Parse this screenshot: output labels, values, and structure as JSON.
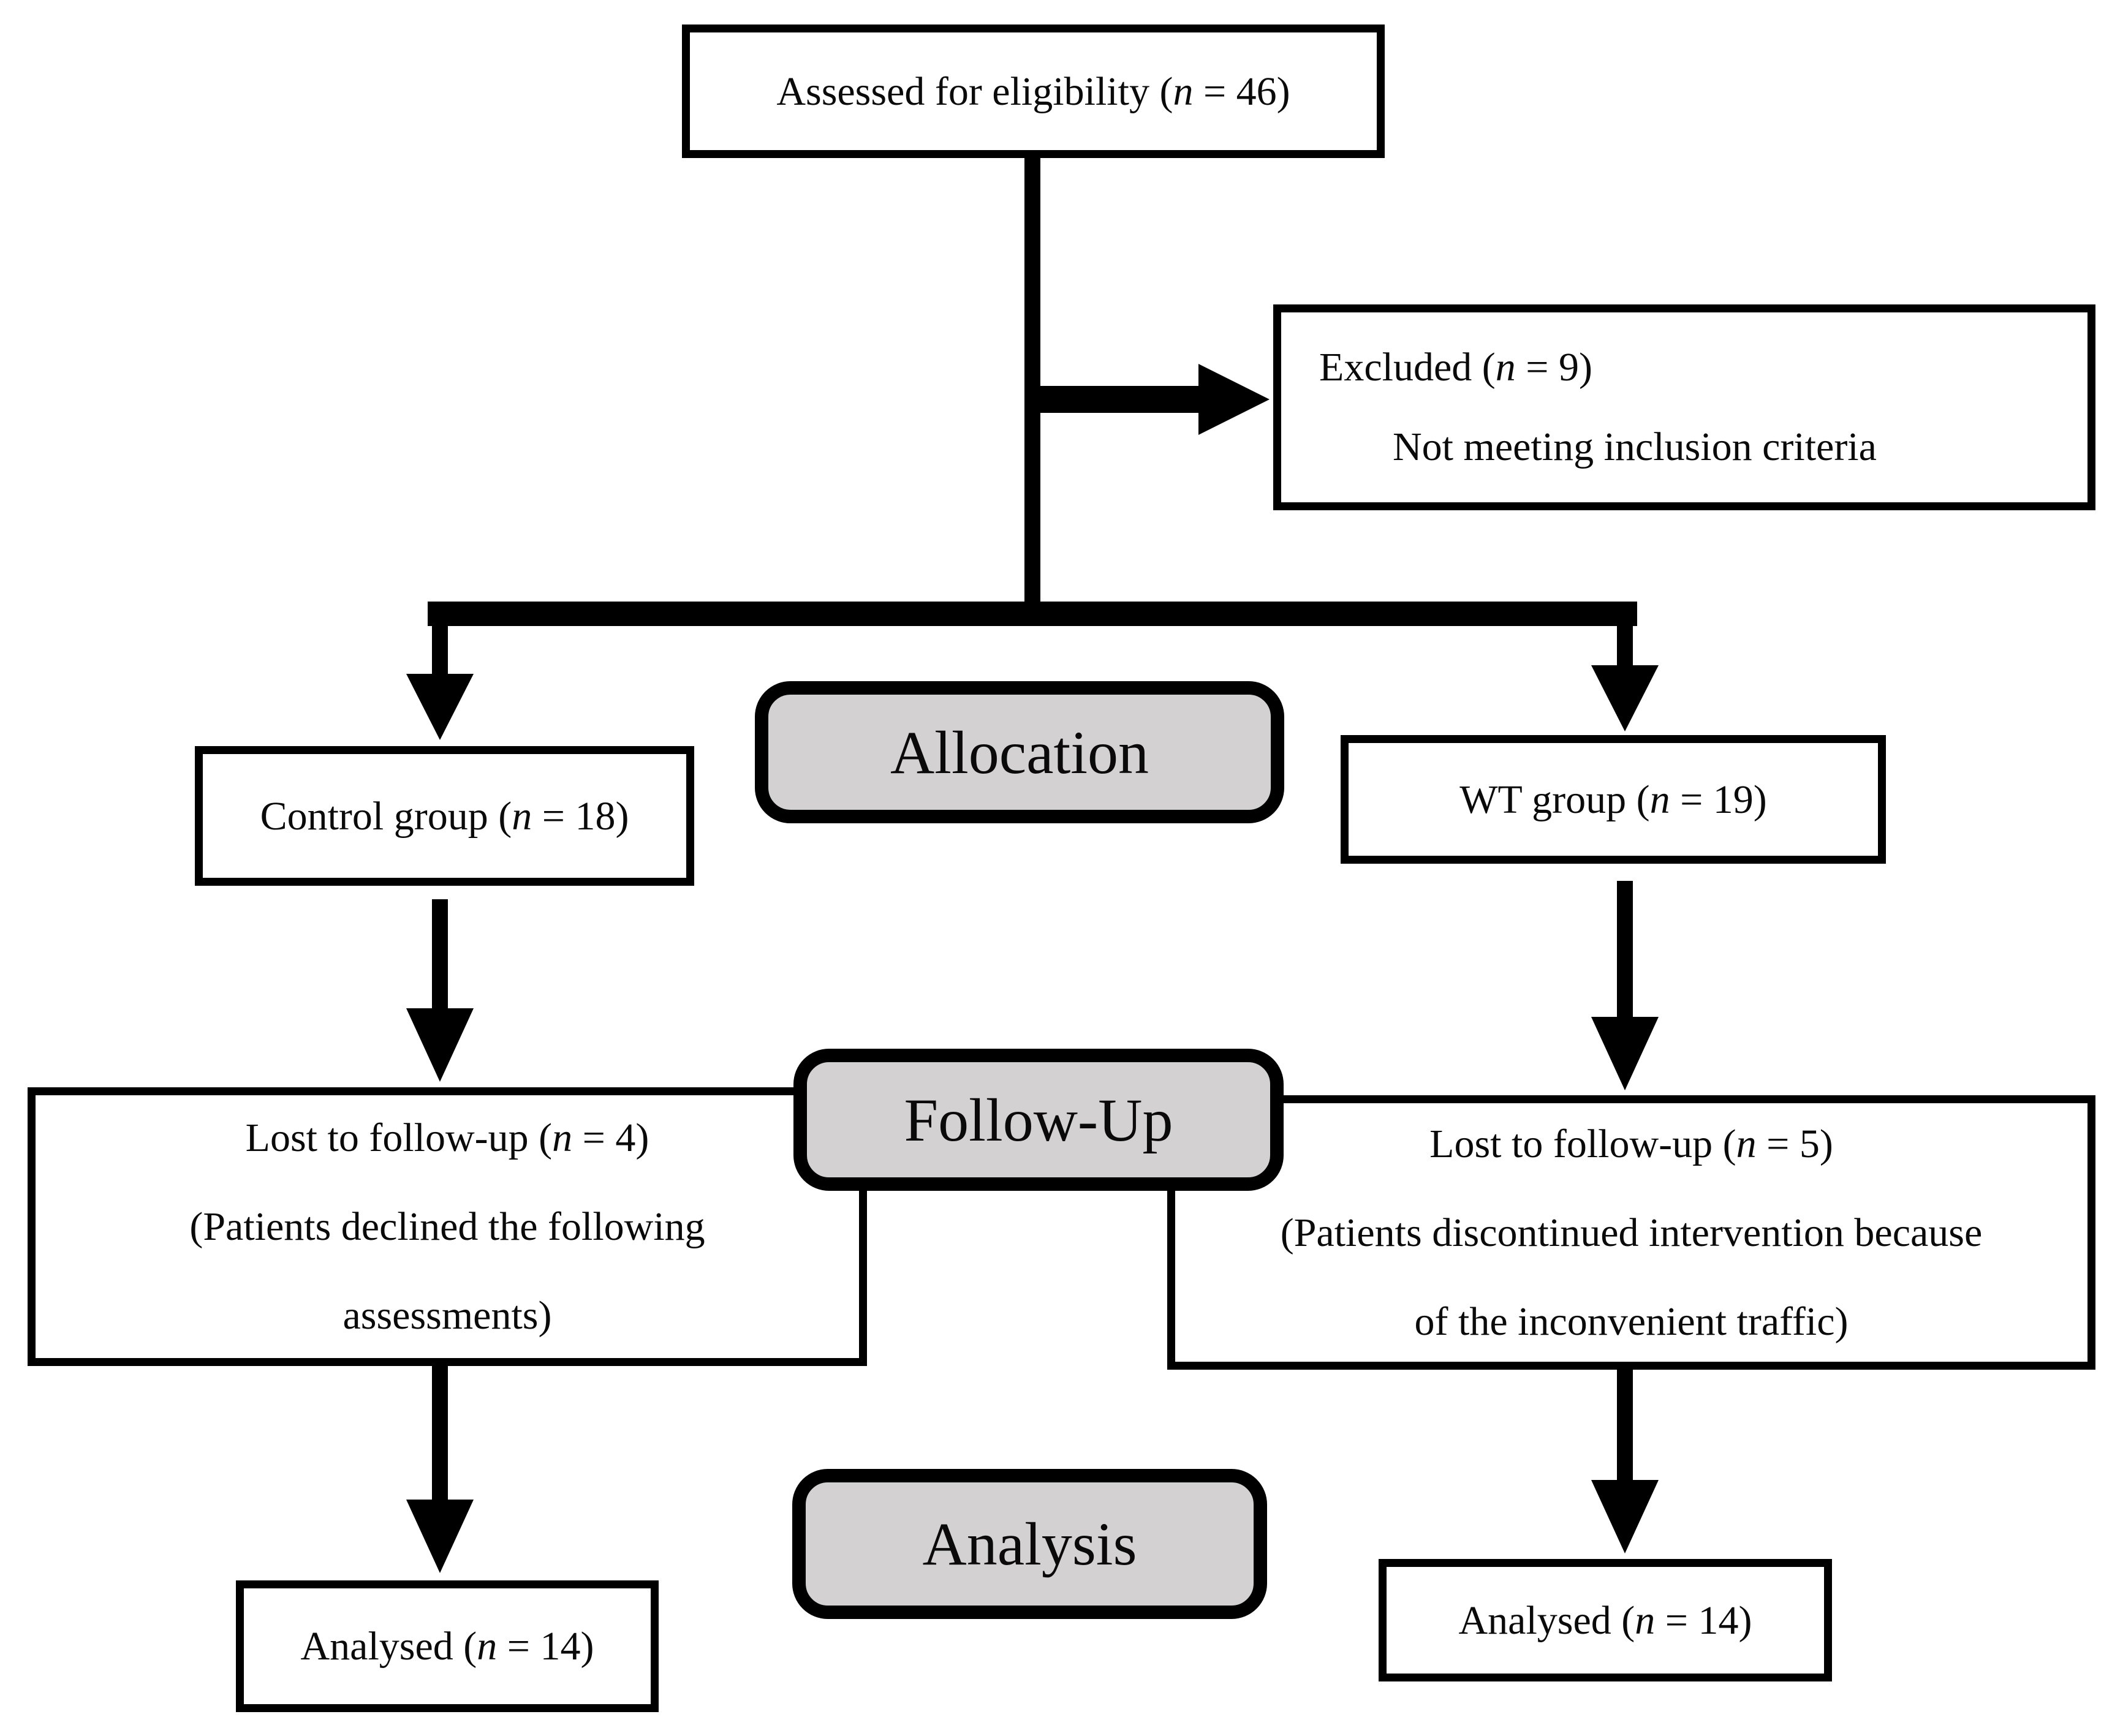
{
  "colors": {
    "line": "#000000",
    "phase_fill": "#d3d1d1",
    "box_fill": "#ffffff",
    "text": "#0a0a0a"
  },
  "nodes": {
    "eligibility": {
      "pre": "Assessed for eligibility (",
      "n": "n",
      "post": " = 46)"
    },
    "excluded": {
      "line1": {
        "pre": "Excluded (",
        "n": "n",
        "post": " = 9)"
      },
      "line2": "Not meeting inclusion criteria"
    },
    "allocation_label": "Allocation",
    "control": {
      "pre": "Control group (",
      "n": "n",
      "post": " = 18)"
    },
    "wt": {
      "pre": "WT group (",
      "n": "n",
      "post": " = 19)"
    },
    "followup_label": "Follow-Up",
    "lost_control": {
      "line1": {
        "pre": "Lost to follow-up (",
        "n": "n",
        "post": " = 4)"
      },
      "line2": "(Patients declined the following",
      "line3": "assessments)"
    },
    "lost_wt": {
      "line1": {
        "pre": "Lost to follow-up (",
        "n": "n",
        "post": " = 5)"
      },
      "line2": "(Patients discontinued intervention because",
      "line3": "of the inconvenient traffic)"
    },
    "analysis_label": "Analysis",
    "analysed_control": {
      "pre": "Analysed (",
      "n": "n",
      "post": " = 14)"
    },
    "analysed_wt": {
      "pre": "Analysed (",
      "n": "n",
      "post": " = 14)"
    }
  }
}
